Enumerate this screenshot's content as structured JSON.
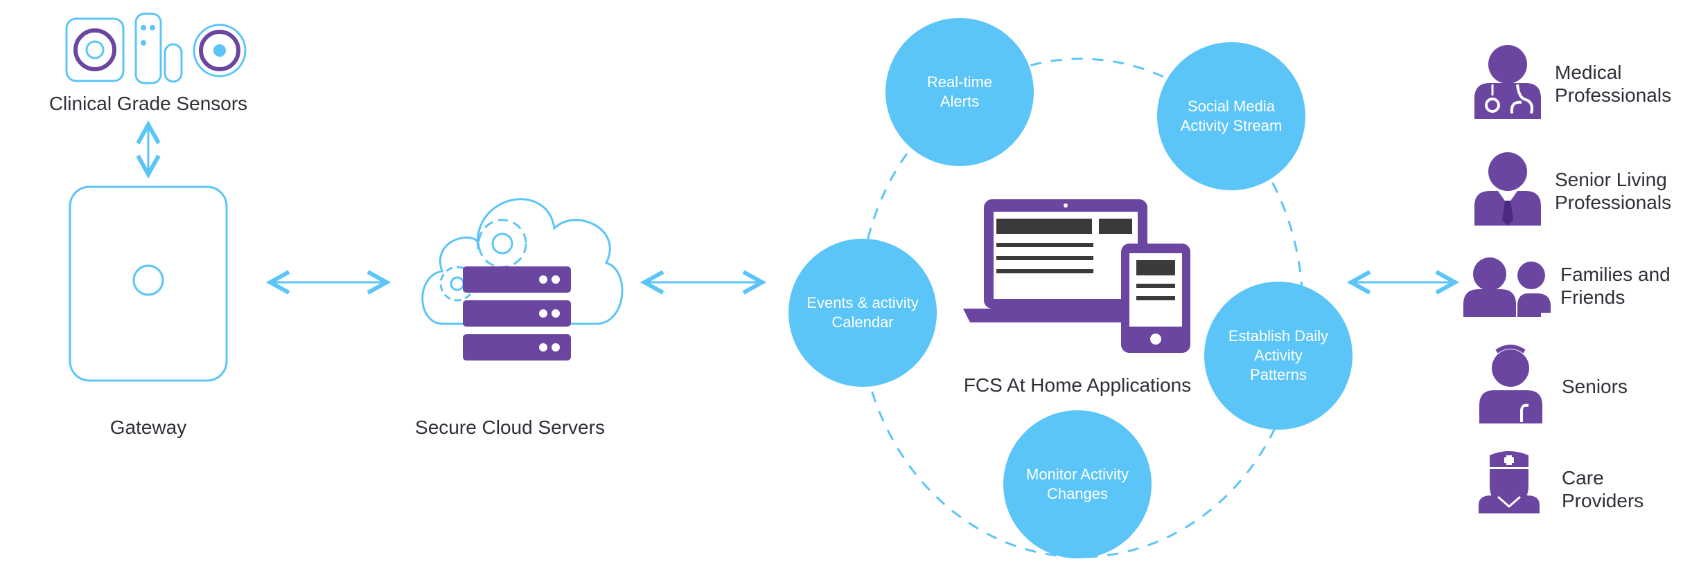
{
  "colors": {
    "accent_blue": "#5bc5f8",
    "purple": "#6a46a0",
    "text": "#2f2f3a",
    "white": "#ffffff"
  },
  "sensors": {
    "label": "Clinical Grade Sensors",
    "icon": "sensor-devices-icon"
  },
  "gateway": {
    "label": "Gateway",
    "icon": "gateway-device-icon"
  },
  "cloud": {
    "label": "Secure Cloud Servers",
    "icon": "cloud-servers-icon"
  },
  "apps": {
    "label": "FCS At Home Applications",
    "icon": "laptop-phone-icon",
    "features": [
      {
        "line1": "Real-time",
        "line2": "Alerts"
      },
      {
        "line1": "Social Media",
        "line2": "Activity Stream"
      },
      {
        "line1": "Events & activity",
        "line2": "Calendar"
      },
      {
        "line1": "Establish Daily",
        "line2": "Activity",
        "line3": "Patterns"
      },
      {
        "line1": "Monitor Activity",
        "line2": "Changes"
      }
    ]
  },
  "users": [
    {
      "line1": "Medical",
      "line2": "Professionals",
      "icon": "doctor-icon"
    },
    {
      "line1": "Senior Living",
      "line2": "Professionals",
      "icon": "business-person-icon"
    },
    {
      "line1": "Families and",
      "line2": "Friends",
      "icon": "family-icon"
    },
    {
      "line1": "Seniors",
      "line2": "",
      "icon": "senior-icon"
    },
    {
      "line1": "Care",
      "line2": "Providers",
      "icon": "nurse-icon"
    }
  ]
}
